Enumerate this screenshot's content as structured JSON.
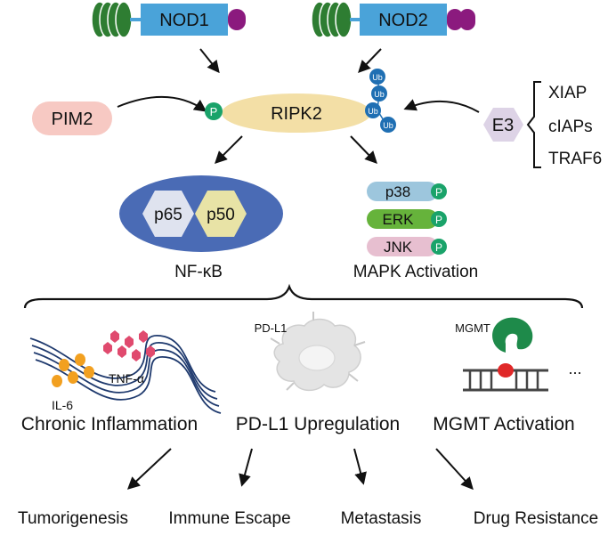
{
  "receptors": [
    {
      "name": "NOD1"
    },
    {
      "name": "NOD2"
    }
  ],
  "center": {
    "kinase": "RIPK2",
    "phospho_mark": "P",
    "ubiquitin_mark": "Ub",
    "upstream_kinase": "PIM2",
    "e3": "E3",
    "e3_ligases": [
      "XIAP",
      "cIAPs",
      "TRAF6"
    ]
  },
  "nfkb": {
    "subunits": [
      "p65",
      "p50"
    ],
    "label": "NF-κB"
  },
  "mapk": {
    "kinases": [
      "p38",
      "ERK",
      "JNK"
    ],
    "label": "MAPK Activation"
  },
  "outputs": {
    "inflammation": {
      "label": "Chronic Inflammation",
      "il6": "IL-6",
      "tnf": "TNF-α"
    },
    "pdl1": {
      "label": "PD-L1 Upregulation",
      "tag": "PD-L1"
    },
    "mgmt": {
      "label": "MGMT Activation",
      "tag": "MGMT"
    },
    "more": "..."
  },
  "outcomes": [
    "Tumorigenesis",
    "Immune Escape",
    "Metastasis",
    "Drug Resistance"
  ],
  "colors": {
    "nod_bar": "#4aa3d9",
    "lrr": "#2e7d32",
    "card": "#8b1a7e",
    "ripk2": "#f3dfa6",
    "phospho": "#1aa36a",
    "ub": "#1f6fb3",
    "pim2": "#f7c9c3",
    "e3": "#ddd3e6",
    "nfkb": "#4a6bb5",
    "p65": "#dfe3ef",
    "p50": "#e8e3a6",
    "p38": "#9dc6dd",
    "erk": "#66b33b",
    "jnk": "#e7bfd0"
  }
}
